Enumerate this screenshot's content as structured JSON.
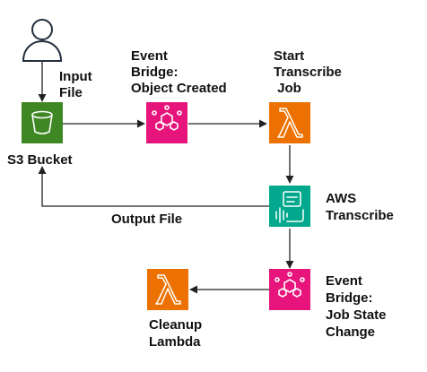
{
  "colors": {
    "s3": "#3f8624",
    "eventbridge": "#e7157b",
    "lambda": "#ed7100",
    "transcribe": "#01a88d",
    "user": "#232f3e",
    "line": "#222222"
  },
  "nodes": {
    "user": {
      "icon": "user-icon",
      "label_lines": [
        "Input",
        "File"
      ]
    },
    "s3": {
      "icon": "s3-bucket-icon",
      "label_lines": [
        "S3 Bucket"
      ]
    },
    "eb1": {
      "icon": "eventbridge-icon",
      "label_lines": [
        "Event",
        "Bridge:",
        "Object Created"
      ]
    },
    "start_lambda": {
      "icon": "lambda-icon",
      "label_lines": [
        "Start",
        "Transcribe",
        " Job"
      ]
    },
    "transcribe": {
      "icon": "transcribe-icon",
      "label_lines": [
        "AWS",
        "Transcribe"
      ]
    },
    "eb2": {
      "icon": "eventbridge-icon",
      "label_lines": [
        "Event",
        "Bridge:",
        "Job State",
        "Change"
      ]
    },
    "cleanup_lambda": {
      "icon": "lambda-icon",
      "label_lines": [
        "Cleanup",
        "Lambda"
      ]
    }
  },
  "edges": {
    "output_label": "Output File"
  }
}
